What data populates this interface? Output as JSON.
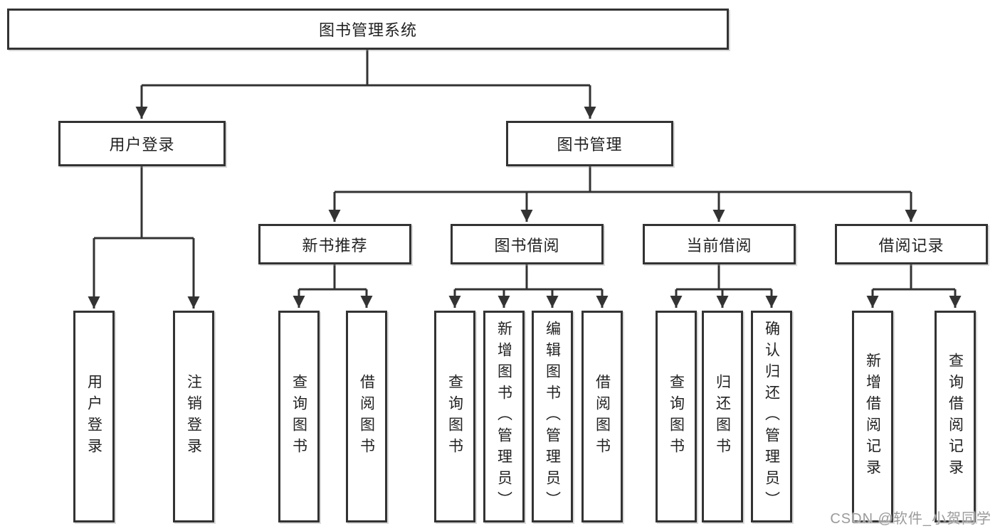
{
  "tree": {
    "root": "图书管理系统",
    "children": [
      {
        "label": "用户登录",
        "children": [
          {
            "label": "用户登录"
          },
          {
            "label": "注销登录"
          }
        ]
      },
      {
        "label": "图书管理",
        "children": [
          {
            "label": "新书推荐",
            "children": [
              {
                "label": "查询图书"
              },
              {
                "label": "借阅图书"
              }
            ]
          },
          {
            "label": "图书借阅",
            "children": [
              {
                "label": "查询图书"
              },
              {
                "label": "新增图书（管理员）"
              },
              {
                "label": "编辑图书（管理员）"
              },
              {
                "label": "借阅图书"
              }
            ]
          },
          {
            "label": "当前借阅",
            "children": [
              {
                "label": "查询图书"
              },
              {
                "label": "归还图书"
              },
              {
                "label": "确认归还（管理员）"
              }
            ]
          },
          {
            "label": "借阅记录",
            "children": [
              {
                "label": "新增借阅记录"
              },
              {
                "label": "查询借阅记录"
              }
            ]
          }
        ]
      }
    ]
  },
  "watermark": "CSDN @软件_小贺同学",
  "colors": {
    "line": "#333333",
    "box_border": "#333333",
    "box_fill": "#ffffff",
    "text": "#222222",
    "watermark": "#9b9b9b"
  }
}
